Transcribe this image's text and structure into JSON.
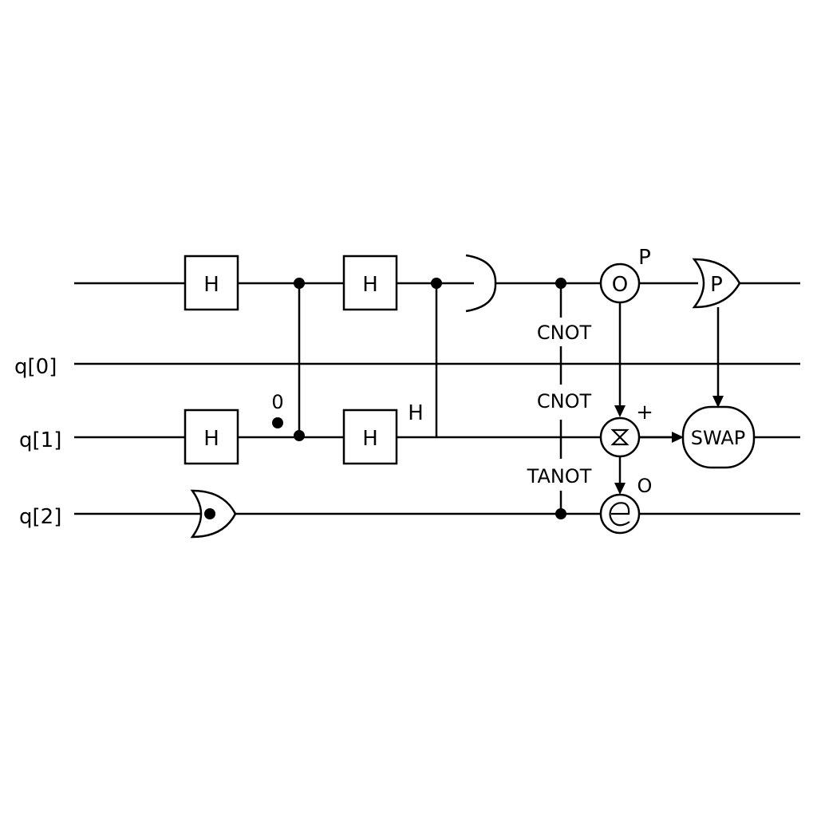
{
  "qubit_labels": [
    "q[0]",
    "q[1]",
    "q[2]"
  ],
  "gates": {
    "h1": "H",
    "h2": "H",
    "h3": "H",
    "h4": "H",
    "h_float": "H"
  },
  "annotations": {
    "zero": "0",
    "p_top": "P",
    "plus": "+",
    "o_small": "O",
    "cnot_1": "CNOT",
    "cnot_2": "CNOT",
    "tanot": "TANOT"
  },
  "symbols": {
    "circle_o": "O",
    "p_gate": "P",
    "swap": "SWAP"
  }
}
